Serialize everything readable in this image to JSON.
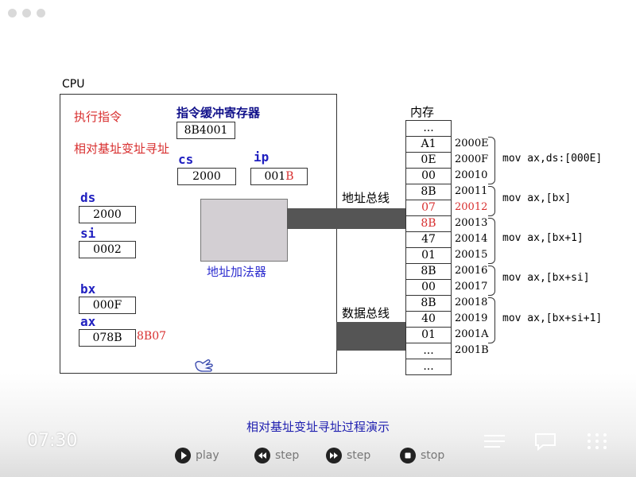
{
  "cpu": {
    "label": "CPU",
    "exec_instr_label": "执行指令",
    "mode_label": "相对基址变址寻址",
    "ibuf_label": "指令缓冲寄存器",
    "ibuf_value": "8B4001",
    "adder_label": "地址加法器"
  },
  "registers": {
    "cs": {
      "name": "cs",
      "value": "2000"
    },
    "ip": {
      "name": "ip",
      "value_prefix": "001",
      "value_suffix": "B"
    },
    "ds": {
      "name": "ds",
      "value": "2000"
    },
    "si": {
      "name": "si",
      "value": "0002"
    },
    "bx": {
      "name": "bx",
      "value": "000F"
    },
    "ax": {
      "name": "ax",
      "value": "078B",
      "new_value": "8B07"
    }
  },
  "buses": {
    "address": "地址总线",
    "data": "数据总线"
  },
  "memory": {
    "title": "内存",
    "cells": [
      {
        "value": "...",
        "addr": ""
      },
      {
        "value": "A1",
        "addr": "2000E"
      },
      {
        "value": "0E",
        "addr": "2000F"
      },
      {
        "value": "00",
        "addr": "20010"
      },
      {
        "value": "8B",
        "addr": "20011"
      },
      {
        "value": "07",
        "addr": "20012"
      },
      {
        "value": "8B",
        "addr": "20013"
      },
      {
        "value": "47",
        "addr": "20014"
      },
      {
        "value": "01",
        "addr": "20015"
      },
      {
        "value": "8B",
        "addr": "20016"
      },
      {
        "value": "00",
        "addr": "20017"
      },
      {
        "value": "8B",
        "addr": "20018"
      },
      {
        "value": "40",
        "addr": "20019"
      },
      {
        "value": "01",
        "addr": "2001A"
      },
      {
        "value": "...",
        "addr": "2001B"
      },
      {
        "value": "...",
        "addr": ""
      }
    ],
    "highlight_color": "#d82f2f"
  },
  "instructions": [
    "mov ax,ds:[000E]",
    "mov ax,[bx]",
    "mov ax,[bx+1]",
    "mov ax,[bx+si]",
    "mov ax,[bx+si+1]"
  ],
  "caption": "相对基址变址寻址过程演示",
  "player": {
    "time": "07:30",
    "play": "play",
    "step_back": "step",
    "step_fwd": "step",
    "stop": "stop"
  }
}
